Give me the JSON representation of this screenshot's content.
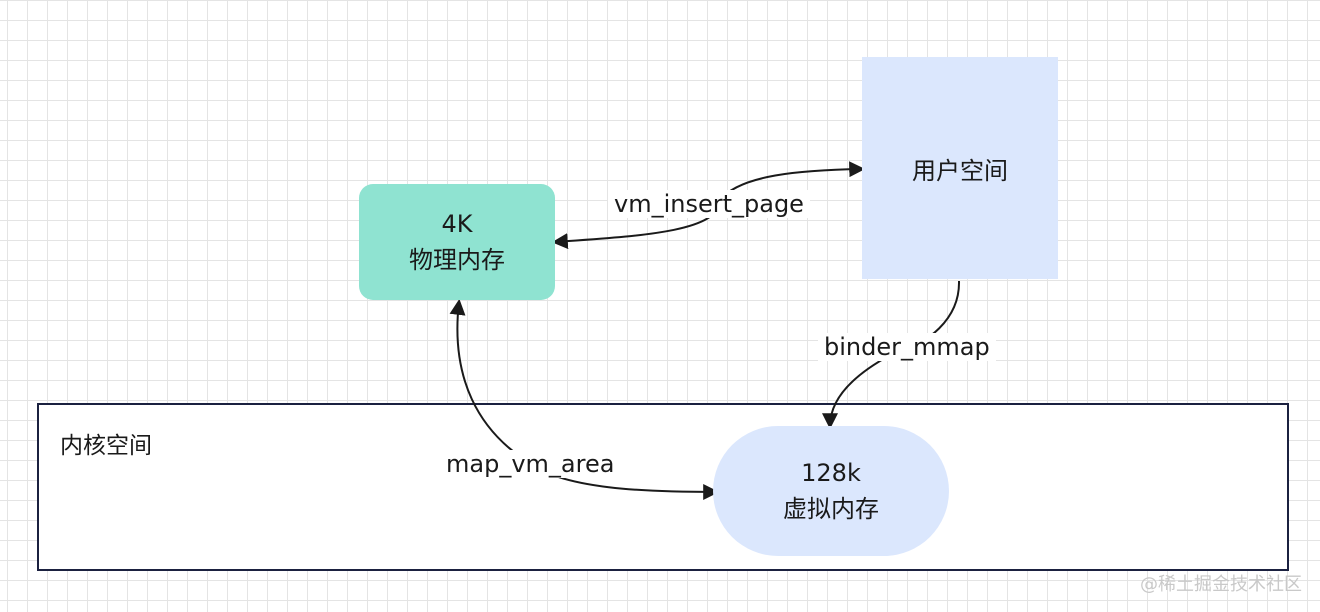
{
  "diagram": {
    "kernel_space": {
      "label": "内核空间"
    },
    "physical_memory": {
      "size": "4K",
      "label": "物理内存"
    },
    "user_space": {
      "label": "用户空间"
    },
    "virtual_memory": {
      "size": "128k",
      "label": "虚拟内存"
    },
    "edges": {
      "vm_insert_page": "vm_insert_page",
      "binder_mmap": "binder_mmap",
      "map_vm_area": "map_vm_area"
    },
    "colors": {
      "physical_memory_fill": "#8fe3d1",
      "user_space_fill": "#dbe7fd",
      "virtual_memory_fill": "#dbe7fd",
      "kernel_border": "#1b2140"
    }
  },
  "watermark": "@稀土掘金技术社区"
}
